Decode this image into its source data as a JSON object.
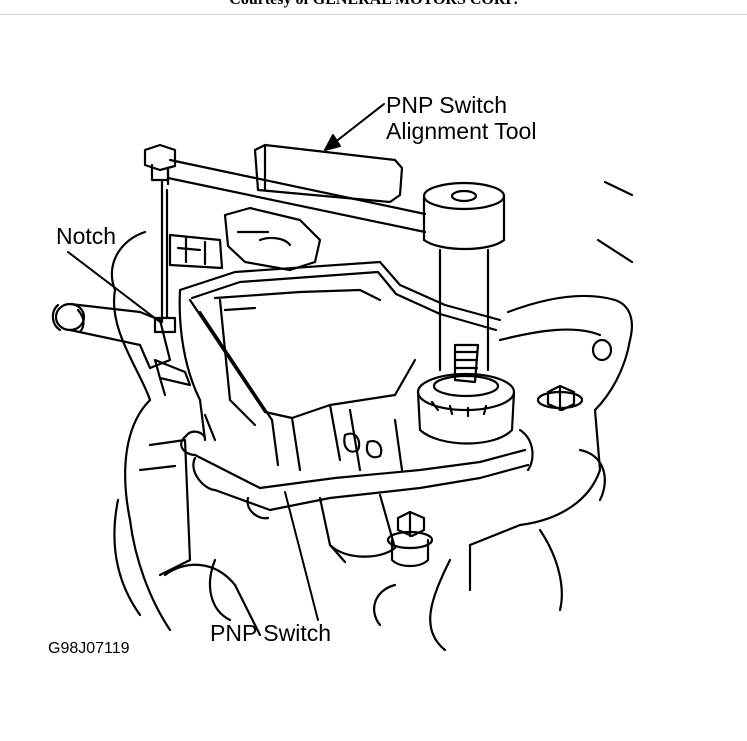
{
  "header": {
    "credit": "Courtesy of GENERAL MOTORS CORP."
  },
  "labels": {
    "alignment_tool_line1": "PNP Switch",
    "alignment_tool_line2": "Alignment Tool",
    "notch": "Notch",
    "pnp_switch": "PNP Switch"
  },
  "figure_id": "G98J07119"
}
